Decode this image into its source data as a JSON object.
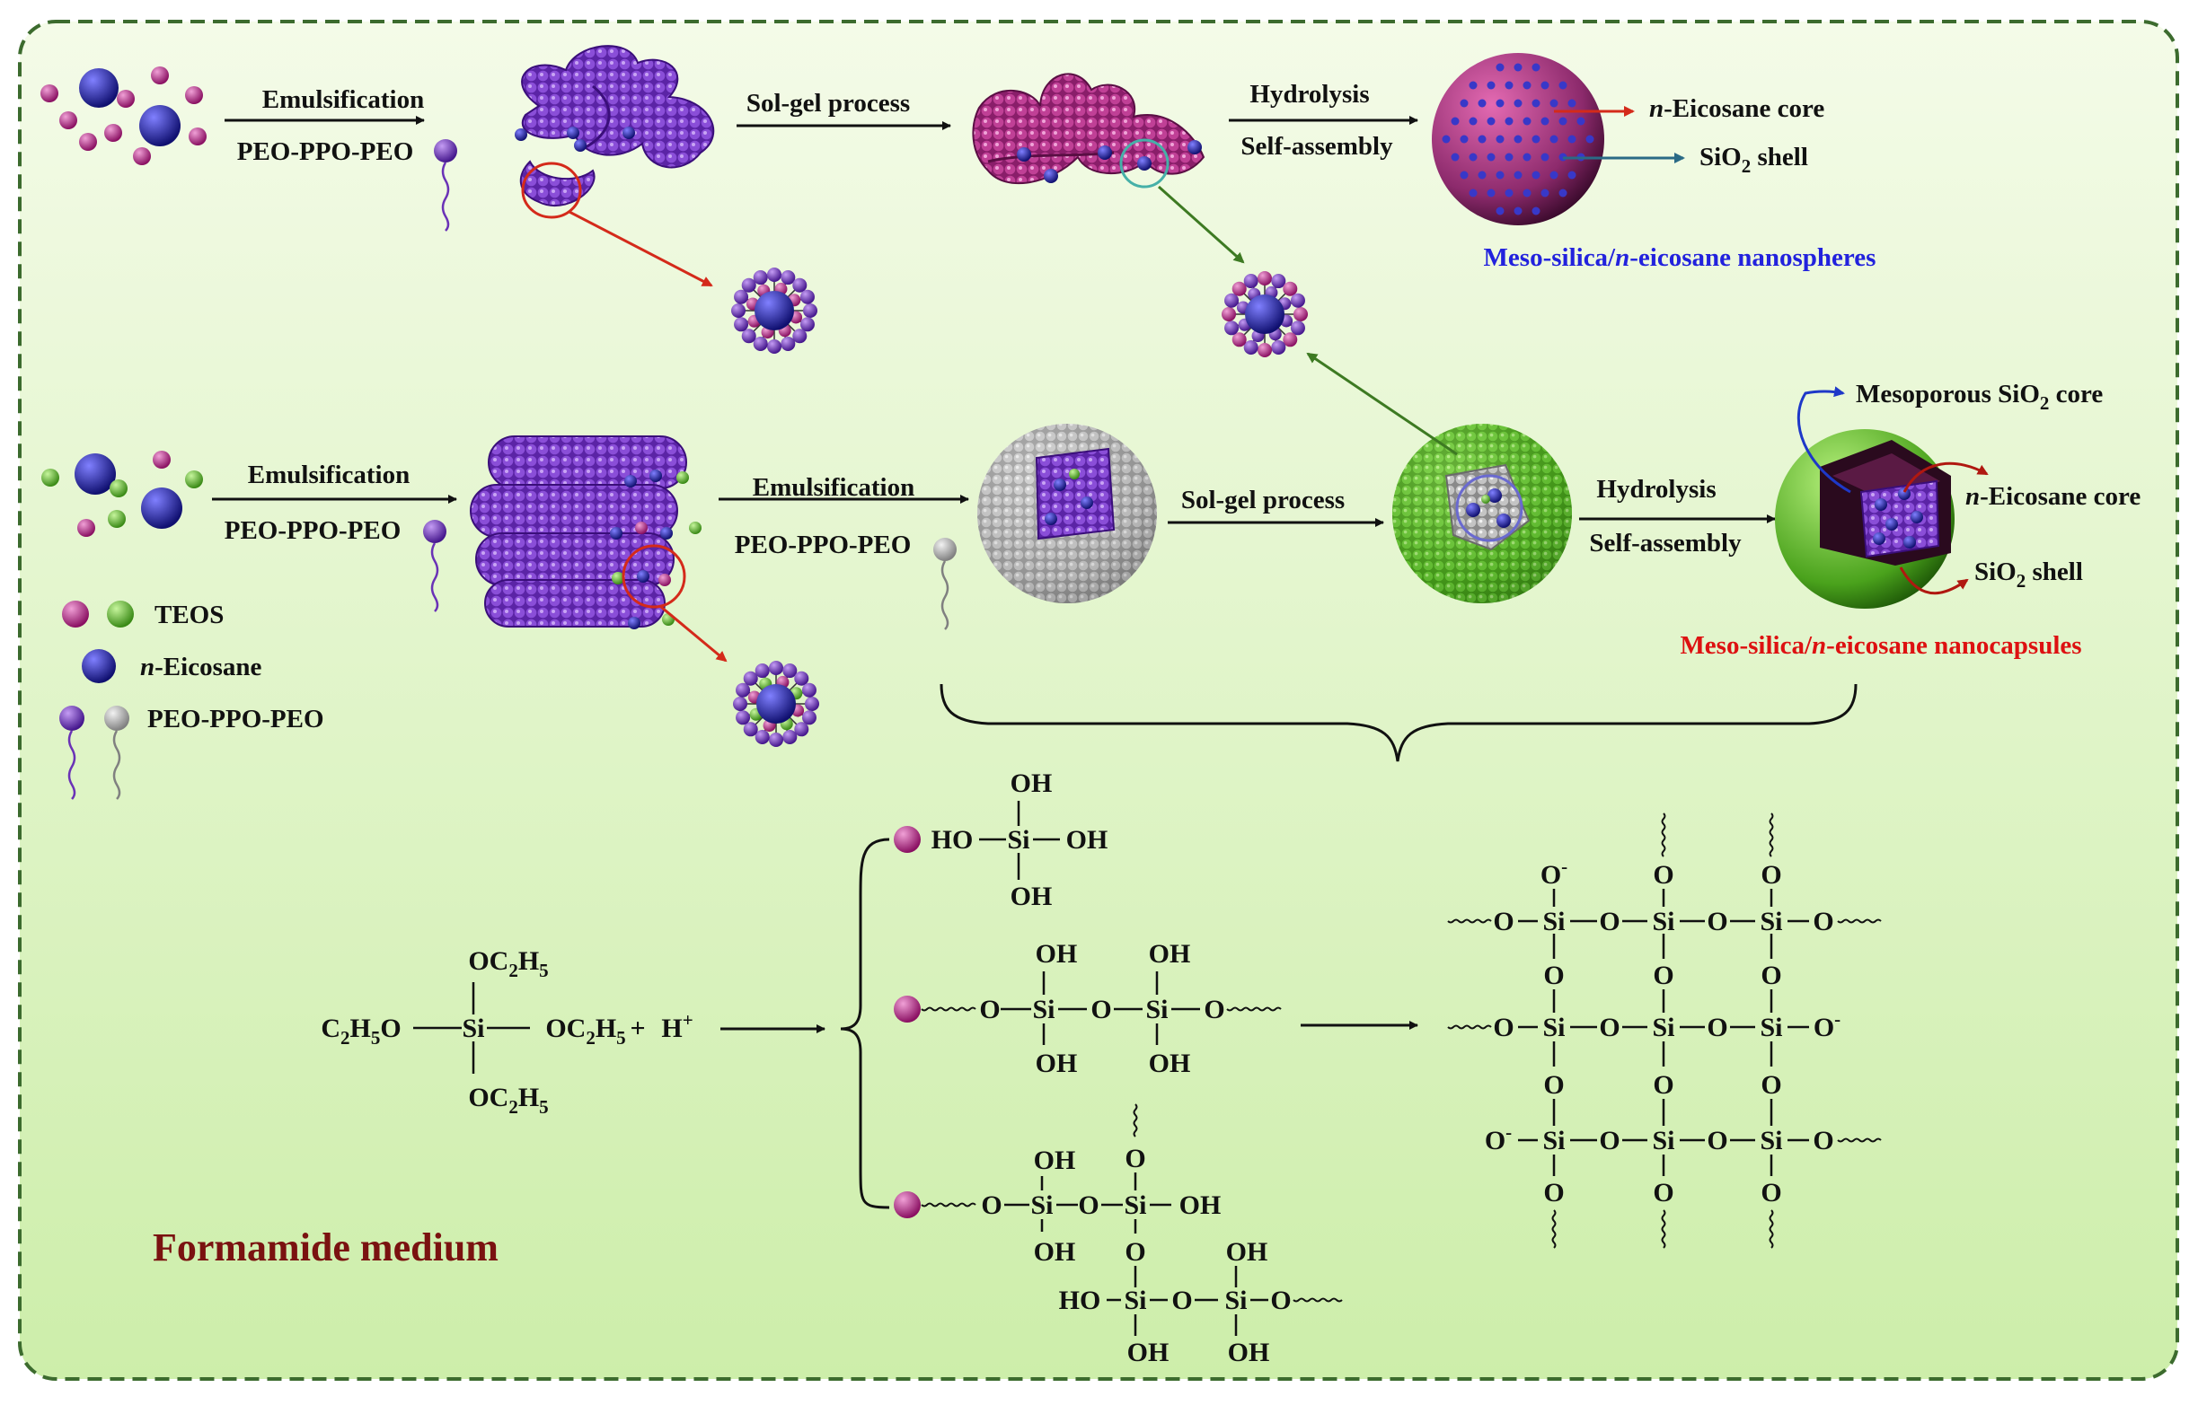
{
  "row1": {
    "step1_top": "Emulsification",
    "step1_bottom": "PEO-PPO-PEO",
    "step2": "Sol-gel process",
    "step3_top": "Hydrolysis",
    "step3_bottom": "Self-assembly",
    "core_italic": "n",
    "core_rest": "-Eicosane core",
    "shell_a": "SiO",
    "shell_sub": "2",
    "shell_b": " shell",
    "caption_a": "Meso-silica/",
    "caption_italic": "n",
    "caption_b": "-eicosane nanospheres"
  },
  "row2": {
    "step1_top": "Emulsification",
    "step1_bottom": "PEO-PPO-PEO",
    "step2_top": "Emulsification",
    "step2_bottom": "PEO-PPO-PEO",
    "step3": "Sol-gel process",
    "step4_top": "Hydrolysis",
    "step4_bottom": "Self-assembly",
    "meso_a": "Mesoporous SiO",
    "meso_sub": "2",
    "meso_b": " core",
    "core_italic": "n",
    "core_rest": "-Eicosane core",
    "shell_a": "SiO",
    "shell_sub": "2",
    "shell_b": " shell",
    "caption_a": "Meso-silica/",
    "caption_italic": "n",
    "caption_b": "-eicosane nanocapsules"
  },
  "legend": {
    "teos": "TEOS",
    "eicosane_italic": "n",
    "eicosane_rest": "-Eicosane",
    "surfactant": "PEO-PPO-PEO"
  },
  "medium": "Formamide medium",
  "colors": {
    "panel_bg_top": "#f4fbe8",
    "panel_bg_bottom": "#cdeeaa",
    "border": "#3c6b2e",
    "magenta": "#b0287f",
    "purple": "#6a32b6",
    "navy": "#1f1f9a",
    "green_sphere": "#63c232",
    "gray_sphere": "#a8a8a8",
    "red_arrow": "#d42a1a",
    "green_arrow": "#3d7a22",
    "blue_arrow": "#1e38c8",
    "blue_caption": "#2222dd",
    "red_caption": "#dd1111",
    "medium_text": "#7a1210"
  },
  "chem": {
    "OH": "OH",
    "HO": "HO",
    "Si": "Si",
    "O": "O",
    "OC": "OC",
    "two": "2",
    "five": "5",
    "H": "H",
    "C": "C",
    "plus": "+",
    "Hplus": "H",
    "minus": "-"
  }
}
